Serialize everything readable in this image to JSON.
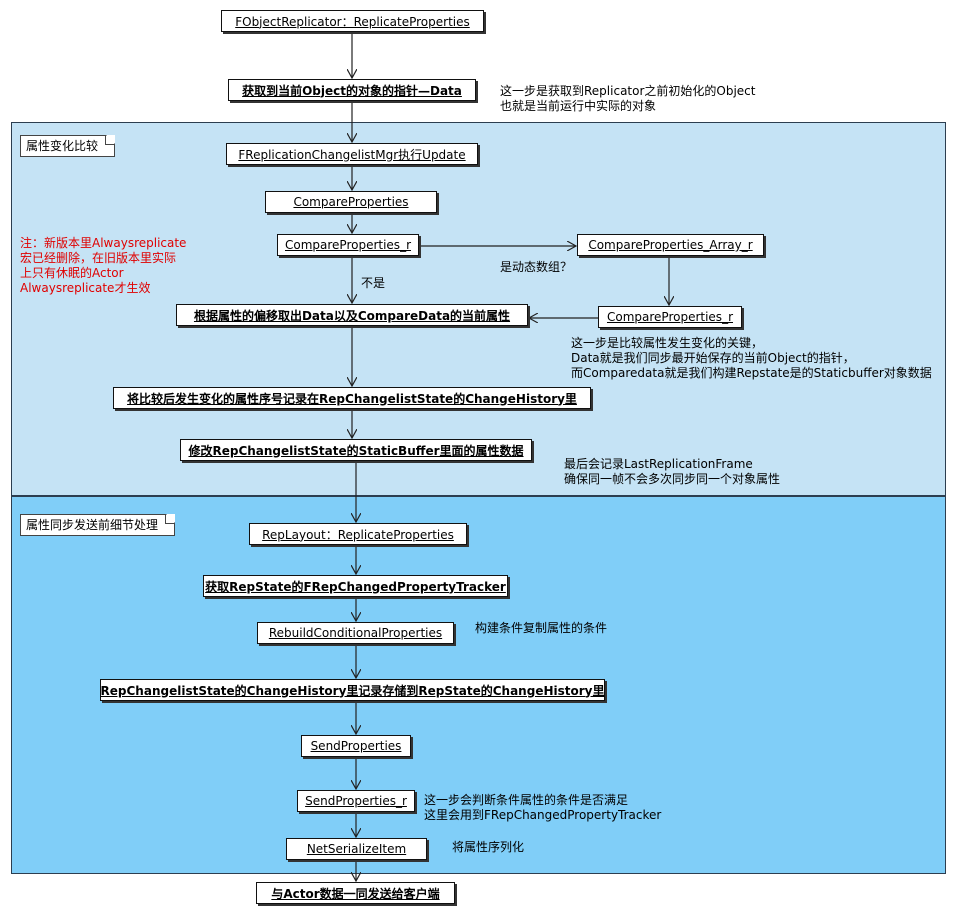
{
  "regions": [
    {
      "label": "属性变化比较"
    },
    {
      "label": "属性同步发送前细节处理"
    }
  ],
  "nodes": {
    "n1": "FObjectReplicator：ReplicateProperties",
    "n2": "获取到当前Object的对象的指针—Data",
    "n3": "FReplicationChangelistMgr执行Update",
    "n4": "CompareProperties",
    "n5": "CompareProperties_r",
    "n6": "CompareProperties_Array_r",
    "n7": "CompareProperties_r",
    "n8": "根据属性的偏移取出Data以及CompareData的当前属性",
    "n9": "将比较后发生变化的属性序号记录在RepChangelistState的ChangeHistory里",
    "n10": "修改RepChangelistState的StaticBuffer里面的属性数据",
    "n11": "RepLayout：ReplicateProperties",
    "n12": "获取RepState的FRepChangedPropertyTracker",
    "n13": "RebuildConditionalProperties",
    "n14": "RepChangelistState的ChangeHistory里记录存储到RepState的ChangeHistory里",
    "n15": "SendProperties",
    "n16": "SendProperties_r",
    "n17": "NetSerializeItem",
    "n18": "与Actor数据一同发送给客户端"
  },
  "notes": {
    "note_object": [
      "这一步是获取到Replicator之前初始化的Object",
      "也就是当前运行中实际的对象"
    ],
    "note_red": [
      "注：新版本里Alwaysreplicate",
      "宏已经删除，在旧版本里实际",
      "上只有休眠的Actor",
      "Alwaysreplicate才生效"
    ],
    "note_array": [
      "是动态数组？"
    ],
    "note_no": [
      "不是"
    ],
    "note_compare": [
      "这一步是比较属性发生变化的关键，",
      "Data就是我们同步最开始保存的当前Object的指针，",
      "而Comparedata就是我们构建Repstate是的Staticbuffer对象数据"
    ],
    "note_frame": [
      "最后会记录LastReplicationFrame",
      "确保同一帧不会多次同步同一个对象属性"
    ],
    "note_condition": [
      "构建条件复制属性的条件"
    ],
    "note_send": [
      "这一步会判断条件属性的条件是否满足",
      "这里会用到FRepChangedPropertyTracker"
    ],
    "note_serialize": [
      "将属性序列化"
    ]
  },
  "colors": {
    "region1_fill": "#c5e3f5",
    "region2_fill": "#80cef8",
    "note_red": "#e00000"
  }
}
